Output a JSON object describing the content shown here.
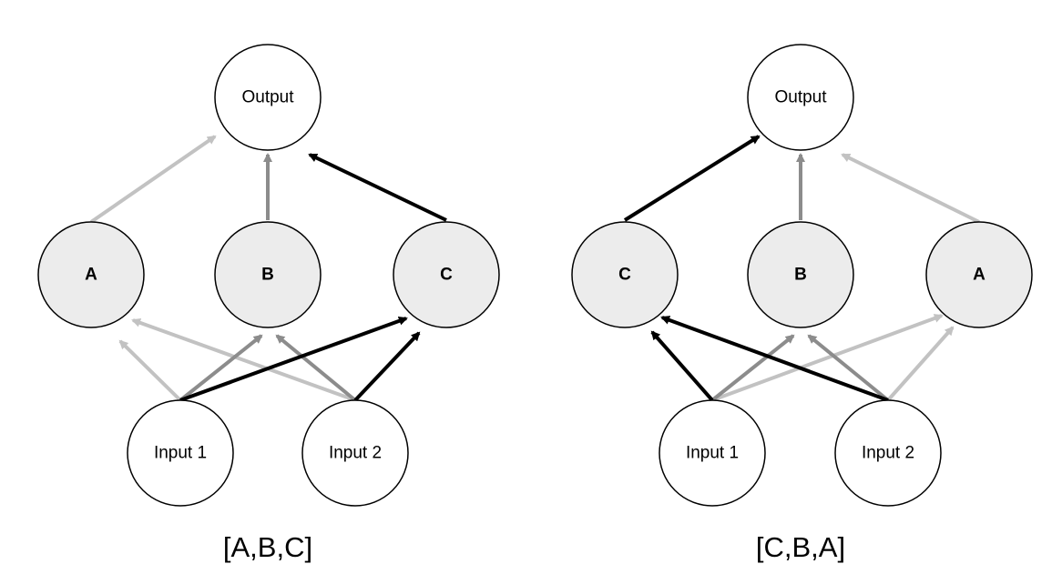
{
  "colors": {
    "background": "#ffffff",
    "input_output_fill": "#ffffff",
    "hidden_fill": "#ececec",
    "edge_black": "#000000",
    "edge_dark_gray": "#8c8c8c",
    "edge_light_gray": "#c2c2c2"
  },
  "networks": [
    {
      "caption": "[A,B,C]",
      "output_label": "Output",
      "hidden_labels": [
        "A",
        "B",
        "C"
      ],
      "input_labels": [
        "Input 1",
        "Input 2"
      ],
      "output_edge_colors": [
        "light",
        "dark",
        "black"
      ],
      "input_edge_colors": [
        "light",
        "dark",
        "black"
      ]
    },
    {
      "caption": "[C,B,A]",
      "output_label": "Output",
      "hidden_labels": [
        "C",
        "B",
        "A"
      ],
      "input_labels": [
        "Input 1",
        "Input 2"
      ],
      "output_edge_colors": [
        "black",
        "dark",
        "light"
      ],
      "input_edge_colors": [
        "black",
        "dark",
        "light"
      ]
    }
  ]
}
